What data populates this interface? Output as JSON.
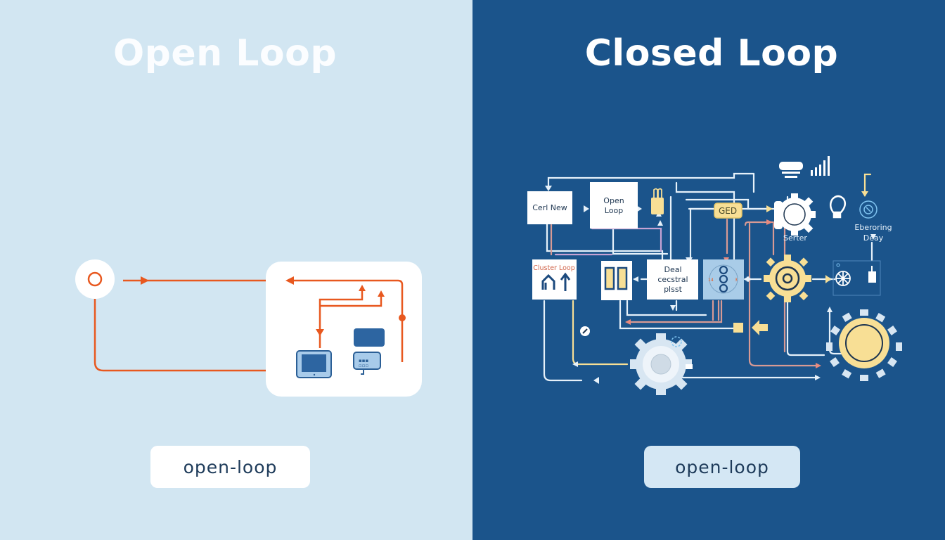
{
  "left_panel": {
    "title": "Open Loop",
    "badge": "open-loop",
    "background": "#d2e6f2",
    "accent": "#e8581f",
    "diagram": {
      "input_node_icon": "circle-node-icon",
      "devices": [
        "monitor-icon",
        "controller-device-icon"
      ]
    }
  },
  "right_panel": {
    "title": "Closed Loop",
    "badge": "open-loop",
    "background": "#1b548b",
    "accent_yellow": "#f8df95",
    "accent_pink": "#d89a94",
    "diagram": {
      "box_controller": "Cerl New",
      "box_open_loop_line1": "Open",
      "box_open_loop_line2": "Loop",
      "box_cluster_loop": "Cluster Loop",
      "box_dual_line1": "Deal",
      "box_dual_line2": "cecstral",
      "box_dual_line3": "plsst",
      "tag_ged": "GED",
      "label_sensor": "Serter",
      "label_evt_line1": "Eberoring",
      "label_evt_line2": "Deay"
    }
  }
}
